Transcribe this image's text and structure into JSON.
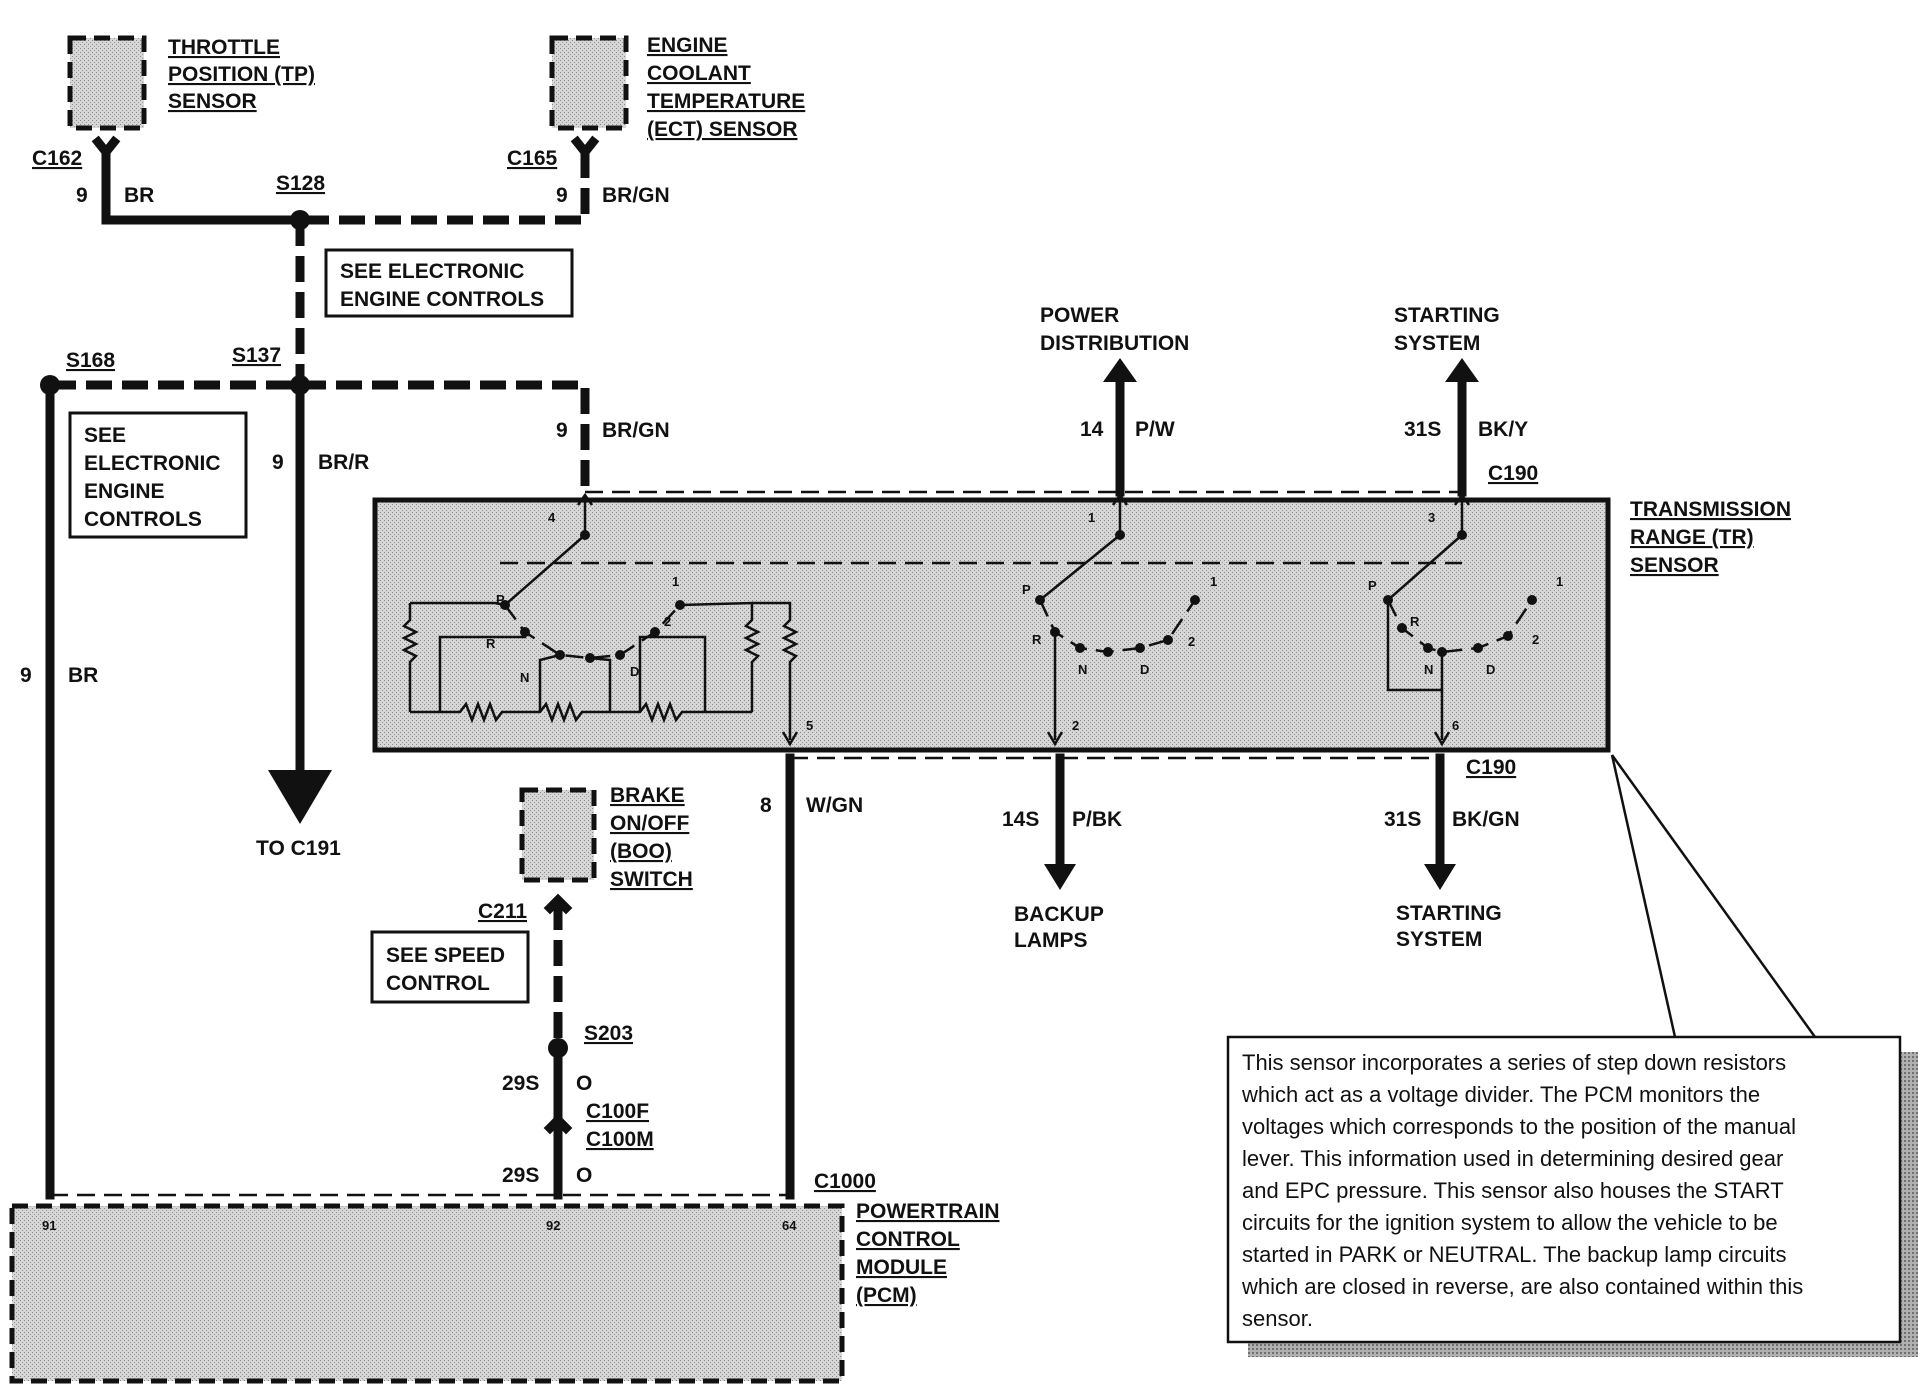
{
  "components": {
    "tp_sensor": "THROTTLE POSITION (TP) SENSOR",
    "tp_lines": [
      "THROTTLE",
      "POSITION (TP)",
      "SENSOR"
    ],
    "ect_lines": [
      "ENGINE",
      "COOLANT",
      "TEMPERATURE",
      "(ECT) SENSOR"
    ],
    "tr_lines": [
      "TRANSMISSION",
      "RANGE (TR)",
      "SENSOR"
    ],
    "boo_lines": [
      "BRAKE",
      "ON/OFF",
      "(BOO)",
      "SWITCH"
    ],
    "pcm_lines": [
      "POWERTRAIN",
      "CONTROL",
      "MODULE",
      "(PCM)"
    ]
  },
  "references": {
    "eec_top": [
      "SEE ELECTRONIC",
      "ENGINE CONTROLS"
    ],
    "eec_left": [
      "SEE",
      "ELECTRONIC",
      "ENGINE",
      "CONTROLS"
    ],
    "speed_control": [
      "SEE SPEED",
      "CONTROL"
    ],
    "power_distribution": [
      "POWER",
      "DISTRIBUTION"
    ],
    "starting_top": [
      "STARTING",
      "SYSTEM"
    ],
    "backup_lamps": [
      "BACKUP",
      "LAMPS"
    ],
    "starting_bottom": [
      "STARTING",
      "SYSTEM"
    ],
    "to_c191": "TO C191"
  },
  "connectors": {
    "c162": "C162",
    "c165": "C165",
    "c190_top": "C190",
    "c190_bottom": "C190",
    "c211": "C211",
    "c100f": "C100F",
    "c100m": "C100M",
    "c1000": "C1000"
  },
  "splices": {
    "s128": "S128",
    "s137": "S137",
    "s168": "S168",
    "s203": "S203"
  },
  "wires": {
    "tp_gauge": "9",
    "tp_color": "BR",
    "ect_gauge": "9",
    "ect_color": "BR/GN",
    "tr4_gauge": "9",
    "tr4_color": "BR/GN",
    "c191_gauge": "9",
    "c191_color": "BR/R",
    "pcm91_gauge": "9",
    "pcm91_color": "BR",
    "pd_gauge": "14",
    "pd_color": "P/W",
    "st_gauge": "31S",
    "st_color": "BK/Y",
    "tr5_gauge": "8",
    "tr5_color": "W/GN",
    "bl_gauge": "14S",
    "bl_color": "P/BK",
    "st2_gauge": "31S",
    "st2_color": "BK/GN",
    "boo_gauge_1": "29S",
    "boo_color_1": "O",
    "boo_gauge_2": "29S",
    "boo_color_2": "O"
  },
  "pins": {
    "tr4": "4",
    "tr1": "1",
    "tr3": "3",
    "tr5": "5",
    "tr2": "2",
    "tr6": "6",
    "pcm91": "91",
    "pcm92": "92",
    "pcm64": "64"
  },
  "switch_positions": {
    "a": {
      "p": "P",
      "r": "R",
      "n": "N",
      "d": "D",
      "one": "1",
      "two": "2"
    },
    "b": {
      "p": "P",
      "r": "R",
      "n": "N",
      "d": "D",
      "one": "1",
      "two": "2"
    },
    "c": {
      "p": "P",
      "r": "R",
      "n": "N",
      "d": "D",
      "one": "1",
      "two": "2"
    }
  },
  "note_lines": [
    "This sensor incorporates a series of step down resistors",
    "which act as a voltage divider.  The PCM monitors the",
    "voltages which corresponds to the position of the manual",
    "lever.  This information used in determining desired gear",
    "and EPC pressure.  This sensor also houses the START",
    "circuits for the ignition system to allow the vehicle to be",
    "started in PARK or NEUTRAL.  The backup lamp circuits",
    "which are closed in reverse, are also contained within this",
    "sensor."
  ]
}
